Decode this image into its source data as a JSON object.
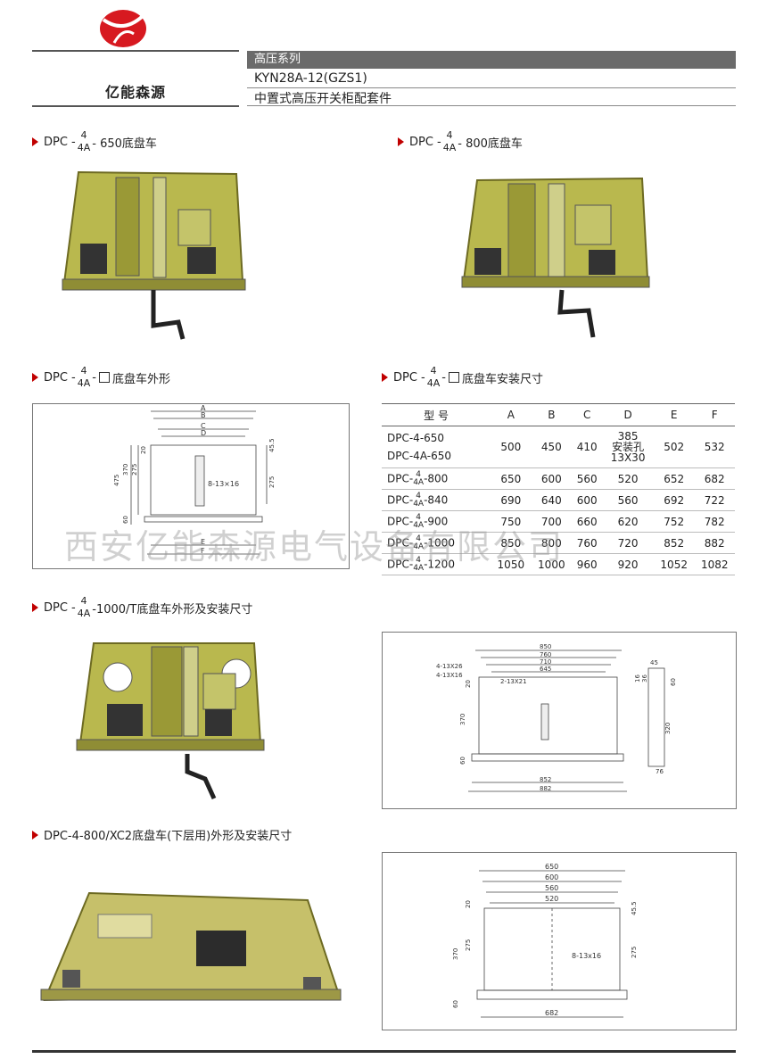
{
  "brand": "亿能森源",
  "series": "高压系列",
  "model": "KYN28A-12(GZS1)",
  "subtitle": "中置式高压开关柜配套件",
  "sections": {
    "s1": {
      "prefix": "DPC -",
      "num": "4",
      "den": "4A",
      "suffix": "- 650底盘车"
    },
    "s2": {
      "prefix": "DPC -",
      "num": "4",
      "den": "4A",
      "suffix": "- 800底盘车"
    },
    "s3": {
      "prefix": "DPC -",
      "num": "4",
      "den": "4A",
      "suffix": "底盘车外形"
    },
    "s4": {
      "prefix": "DPC -",
      "num": "4",
      "den": "4A",
      "suffix": "底盘车安装尺寸"
    },
    "s5": {
      "prefix": "DPC -",
      "num": "4",
      "den": "4A",
      "suffix": "-1000/T底盘车外形及安装尺寸"
    },
    "s6": {
      "label": "DPC-4-800/XC2底盘车(下层用)外形及安装尺寸"
    }
  },
  "table": {
    "headers": [
      "型  号",
      "A",
      "B",
      "C",
      "D",
      "E",
      "F"
    ],
    "row1": {
      "model_a": "DPC-4-650",
      "model_b": "DPC-4A-650",
      "A": "500",
      "B": "450",
      "C": "410",
      "D1": "385",
      "D2": "安装孔",
      "D3": "13X30",
      "E": "502",
      "F": "532"
    },
    "rows": [
      {
        "suffix": "-800",
        "A": "650",
        "B": "600",
        "C": "560",
        "D": "520",
        "E": "652",
        "F": "682"
      },
      {
        "suffix": "-840",
        "A": "690",
        "B": "640",
        "C": "600",
        "D": "560",
        "E": "692",
        "F": "722"
      },
      {
        "suffix": "-900",
        "A": "750",
        "B": "700",
        "C": "660",
        "D": "620",
        "E": "752",
        "F": "782"
      },
      {
        "suffix": "-1000",
        "A": "850",
        "B": "800",
        "C": "760",
        "D": "720",
        "E": "852",
        "F": "882"
      },
      {
        "suffix": "-1200",
        "A": "1050",
        "B": "1000",
        "C": "960",
        "D": "920",
        "E": "1052",
        "F": "1082"
      }
    ],
    "dpc": "DPC-",
    "num": "4",
    "den": "4A"
  },
  "watermark": "西安亿能森源电气设备有限公司",
  "drawing1": {
    "dims": [
      "A",
      "B",
      "C",
      "D",
      "E",
      "F"
    ],
    "left": [
      "475",
      "370",
      "275",
      "20",
      "60"
    ],
    "right": [
      "45.5",
      "275"
    ],
    "hole": "8-13×16"
  },
  "drawing2": {
    "top": [
      "850",
      "760",
      "710",
      "645"
    ],
    "holes": [
      "4-13X26",
      "4-13X16",
      "2-13X21"
    ],
    "left": [
      "20",
      "370",
      "60"
    ],
    "bottom": [
      "852",
      "882"
    ],
    "side": [
      "45",
      "36",
      "16",
      "60",
      "320",
      "76"
    ]
  },
  "drawing3": {
    "top": [
      "650",
      "600",
      "560",
      "520"
    ],
    "left": [
      "20",
      "370",
      "275",
      "60"
    ],
    "right": [
      "45.5",
      "275"
    ],
    "hole": "8-13x16",
    "bottom": [
      "682"
    ]
  },
  "colors": {
    "accent": "#c00000",
    "frame": "#b7b44a",
    "bar": "#6b6b6b"
  }
}
